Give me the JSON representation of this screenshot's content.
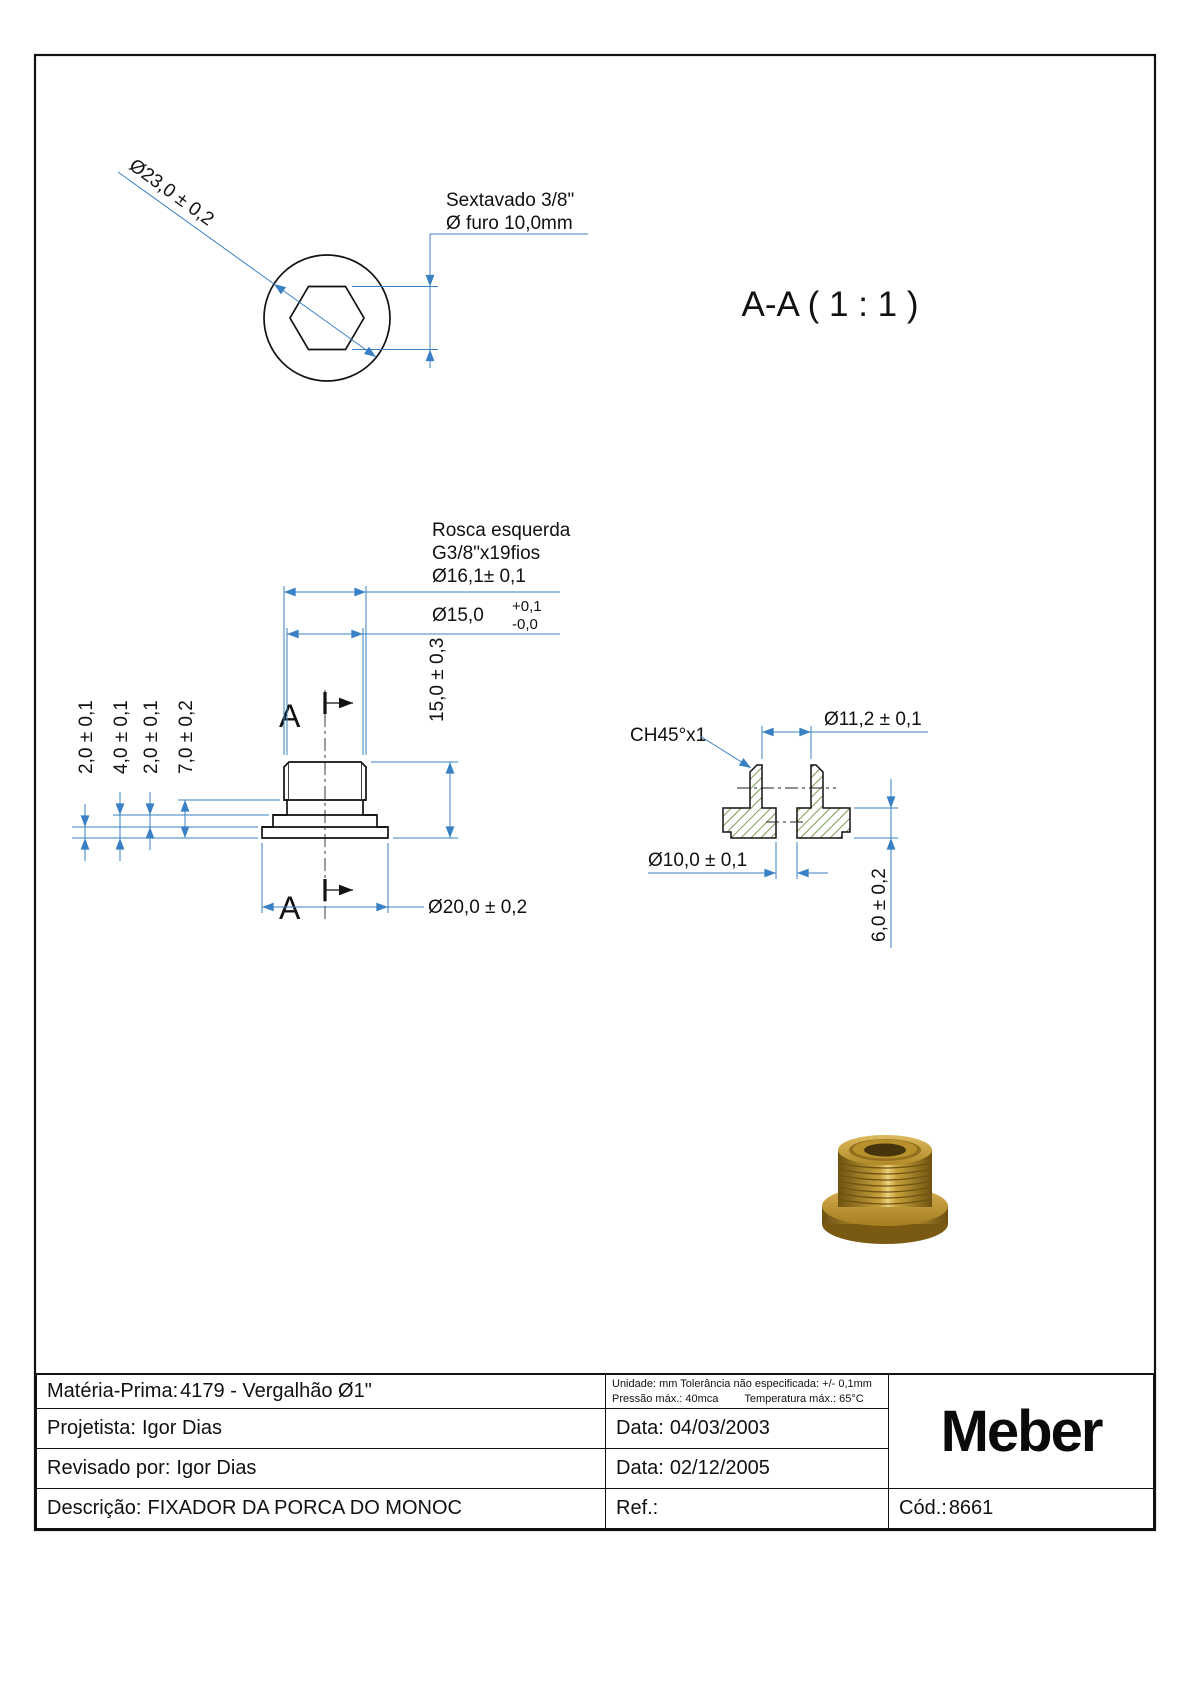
{
  "colors": {
    "dimension_line": "#3a80c4",
    "hatch": "#7d9b54",
    "outline": "#111111",
    "brass": "#c49a35"
  },
  "drawing": {
    "section_title": "A-A  ( 1 : 1 )",
    "top_view": {
      "dia23": "Ø23,0 ± 0,2",
      "hex_note": "Sextavado 3/8\"",
      "hole_note": "Ø furo 10,0mm"
    },
    "front_view": {
      "thread_note1": "Rosca esquerda",
      "thread_note2": "G3/8\"x19fios",
      "thread_note3": "Ø16,1± 0,1",
      "dia15": "Ø15,0",
      "dia15_plus": "+0,1",
      "dia15_minus": "-0,0",
      "height15": "15,0 ± 0,3",
      "dim_2a": "2,0 ± 0,1",
      "dim_4": "4,0 ± 0,1",
      "dim_2b": "2,0 ± 0,1",
      "dim_7": "7,0 ± 0,2",
      "dia20": "Ø20,0 ± 0,2",
      "marker": "A"
    },
    "section_view": {
      "chamfer": "CH45°x1",
      "dia112": "Ø11,2 ± 0,1",
      "dia10": "Ø10,0 ± 0,1",
      "height6": "6,0 ± 0,2"
    }
  },
  "title_block": {
    "materia_label": "Matéria-Prima:",
    "materia_value": "4179 - Vergalhão Ø1\"",
    "unit_line1": "Unidade: mm Tolerância não especificada: +/- 0,1mm",
    "unit_line2a": "Pressão máx.: 40mca",
    "unit_line2b": "Temperatura máx.: 65°C",
    "projetista_label": "Projetista:",
    "projetista_value": "Igor Dias",
    "data1_label": "Data:",
    "data1_value": "04/03/2003",
    "revisado_label": "Revisado por:",
    "revisado_value": "Igor Dias",
    "data2_label": "Data:",
    "data2_value": "02/12/2005",
    "descricao_label": "Descrição:",
    "descricao_value": "FIXADOR DA PORCA DO MONOC",
    "ref_label": "Ref.:",
    "logo": "Meber",
    "cod_label": "Cód.:",
    "cod_value": "8661"
  }
}
